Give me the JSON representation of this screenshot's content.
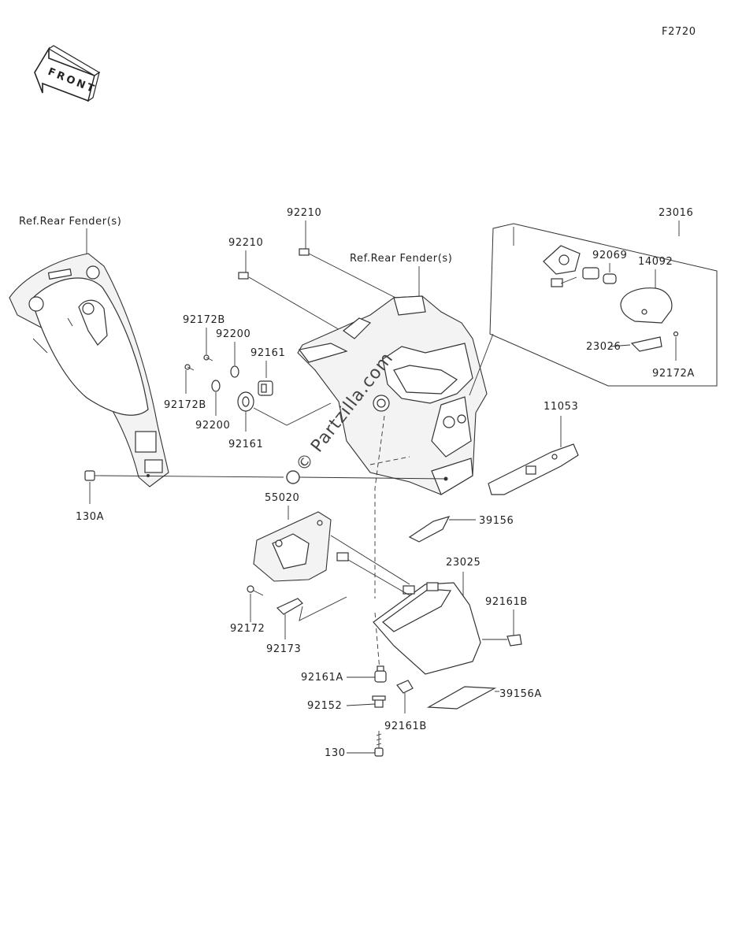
{
  "figure_code": "F2720",
  "front_arrow": "FRONT",
  "watermark": "© Partzilla.com",
  "ref_labels": {
    "left": "Ref.Rear Fender(s)",
    "center": "Ref.Rear Fender(s)"
  },
  "parts": {
    "p92210_a": "92210",
    "p92210_b": "92210",
    "p23016": "23016",
    "p92069": "92069",
    "p14092": "14092",
    "p23026": "23026",
    "p92172A": "92172A",
    "p92172B_top": "92172B",
    "p92172B_bot": "92172B",
    "p92200_top": "92200",
    "p92200_bot": "92200",
    "p92161_top": "92161",
    "p92161_bot": "92161",
    "p11053": "11053",
    "p130A": "130A",
    "p55020": "55020",
    "p39156": "39156",
    "p23025": "23025",
    "p92161B_right": "92161B",
    "p92161B_bot": "92161B",
    "p92172": "92172",
    "p92173": "92173",
    "p92161A": "92161A",
    "p39156A": "39156A",
    "p92152": "92152",
    "p130": "130"
  }
}
